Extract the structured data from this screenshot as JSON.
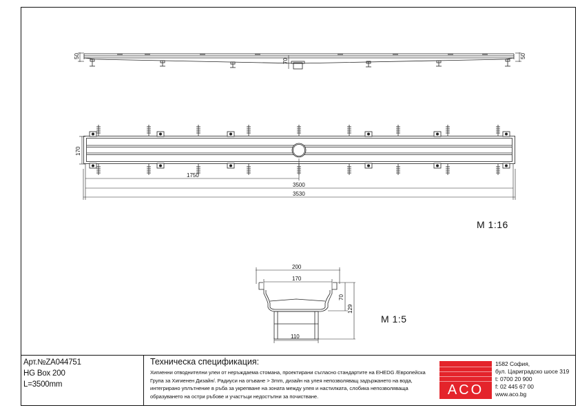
{
  "article": {
    "number": "Арт.№ZA044751",
    "name": "HG Box 200",
    "length": "L=3500mm"
  },
  "scales": {
    "overview": "M 1:16",
    "section": "M 1:5"
  },
  "dimensions": {
    "side_50_left": "50",
    "side_50_right": "50",
    "side_70": "70",
    "plan_170": "170",
    "half_length": "1750",
    "length_3500": "3500",
    "length_3530": "3530",
    "sec_200": "200",
    "sec_170": "170",
    "sec_70": "70",
    "sec_129": "129",
    "sec_110": "110"
  },
  "specification": {
    "title": "Техническа спецификация:",
    "lines": [
      "Хигиенни отводнителни улеи от неръждаема стомана, проектирани съгласно стандартите на EHEDG /Европейска",
      "Група за Хигиенен Дизайн/. Радиуси на огъване > 3mm, дизайн на улея непозволяващ задържането на вода,",
      "интегрирано уплътнение в ръба за укрепване на зоната между улея и настилката, слобика непозволяваща",
      "образуването на остри ръбове и участъци недостъпни за почистване."
    ]
  },
  "logo": {
    "text": "ACO",
    "color": "#e4242b"
  },
  "contact": {
    "lines": [
      "1582 София,",
      "бул. Цариградско шосе 319",
      "t: 0700 20 900",
      "f: 02 445 67 00",
      "www.aco.bg"
    ]
  }
}
